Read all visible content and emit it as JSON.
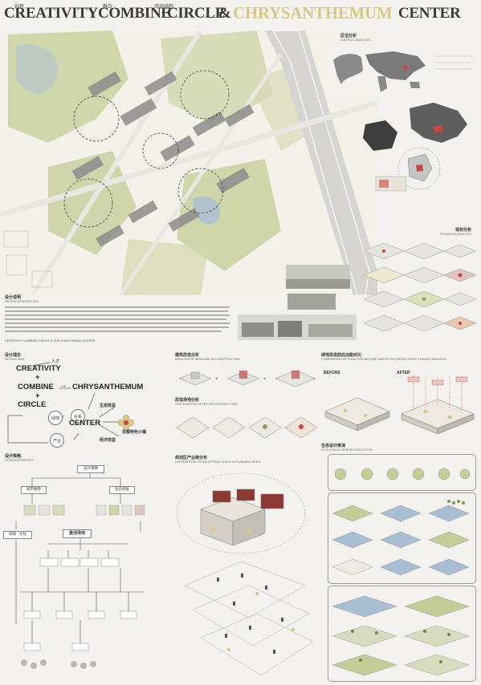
{
  "header": {
    "w1": "CREATIVITY",
    "dot1": "·",
    "w2": "COMBINE",
    "dot2": "·",
    "w3": "CIRCLE",
    "amp": "&",
    "w4": "CHRYSANTHEMUM",
    "w5": "CENTER",
    "cn1": "创意",
    "cn2": "融合",
    "cn3": "环状结构"
  },
  "district": {
    "cn": "区位分析",
    "en": "DISTRICT ANALYSIS"
  },
  "situation": {
    "cn": "现状分析",
    "en": "SITUATION ANALYSIS"
  },
  "description": {
    "cn": "设计说明",
    "en": "DESIGN DESCRIPTION",
    "body": "CREATIVITY COMBINE CIRCLE & CHRYSANTHEMUM CENTER"
  },
  "idea": {
    "cn": "设计理念",
    "en": "DESIGN IDEA",
    "talent": "人才",
    "creativity": "CREATIVITY",
    "plus1": "+",
    "combine": "COMBINE",
    "arrow": "→",
    "chrysanthemum": "CHRYSANTHEMUM",
    "plus2": "+",
    "circle": "CIRCLE",
    "center": "CENTER",
    "green": "绿地",
    "water": "水系",
    "industry": "产业",
    "eco": "生态效益",
    "econ": "经济效益",
    "town": "花都特色小镇"
  },
  "strategy": {
    "cn": "设计策略",
    "en": "DESIGN STRATEGY",
    "root": "设计策略",
    "city": "城市棚改",
    "eco": "生态修复",
    "activate": "激活场地",
    "land": "地域 · 文化"
  },
  "building": {
    "cn": "建筑改造分析",
    "en": "ANALYSIS OF BUILDING RECONSTRUCTION"
  },
  "site": {
    "cn": "改造场地分析",
    "en": "SITE ANALYSIS AFTER RECONSTRUCTION"
  },
  "industrial": {
    "cn": "规划区产业链分布",
    "en": "DISTRIBUTION OF INDUSTRIAL CHAIN IN PLANNING AREA"
  },
  "comparison": {
    "cn": "绿地改造前后功能对比",
    "en": "COMPARISON OF FUNCTION BEFORE AND AFTER GREEN SPACE TRANSFORMATION",
    "before": "BEFORE",
    "after": "AFTER"
  },
  "ecology": {
    "cn": "生态设计推演",
    "en": "ECOLOGICAL DESIGN DEDUCTION"
  },
  "colors": {
    "gold": "#dcc685",
    "green": "#c3cd98",
    "water": "#a9bdd3",
    "red": "#c9473e"
  }
}
